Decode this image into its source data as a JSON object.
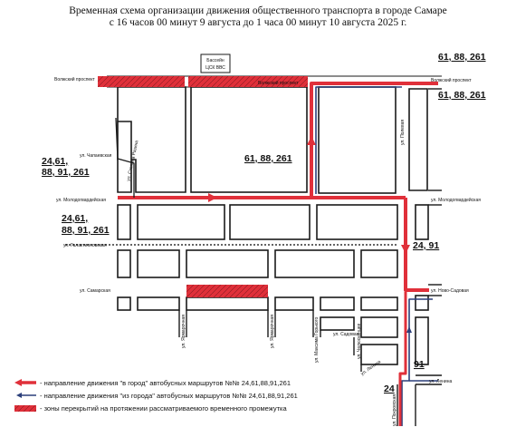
{
  "title": {
    "line1": "Временная схема организации движения общественного транспорта в городе Самаре",
    "line2": "с 16 часов 00 минут 9 августа  до 1 часа 00 минут 10 августа 2025 г."
  },
  "landmark": {
    "line1": "Бассейн",
    "line2": "ЦСК ВВС"
  },
  "streets": {
    "volzhsky_left": "Волжский проспект",
    "volzhsky_mid": "Волжский проспект",
    "volzhsky_right": "Волжский проспект",
    "chapaevskaya": "ул. Чапаевская",
    "stepana_razina": "ул. Степана Разина",
    "molodogvardeyskaya_left": "ул. Молодогвардейская",
    "molodogvardeyskaya_right": "ул. Молодогвардейская",
    "galaktionovskaya": "ул. Галактионовская",
    "samarskaya": "ул. Самарская",
    "yarmarochnaya_1": "ул. Ярмарочная",
    "yarmarochnaya_2": "ул. Ярмарочная",
    "maksima_gorkogo": "ул. Максима Горького",
    "sadovaya": "ул. Садовая",
    "chelyuskintsev": "ул. Челюскинцев",
    "lenina_left": "ул. Ленина",
    "lenina_right": "ул. Ленина",
    "novo_sadovaya": "ул. Ново-Садовая",
    "pokrovskaya": "ул. Покровская",
    "polevaya": "ул. Полевая"
  },
  "routes": {
    "top_right_a": "61, 88, 261",
    "top_right_b": "61, 88, 261",
    "center": "61, 88, 261",
    "left_upper_1": "24,61,",
    "left_upper_2": "88, 91, 261",
    "left_lower_1": "24,61,",
    "left_lower_2": "88, 91, 261",
    "right_mid": "24, 91",
    "bottom_91": "91",
    "bottom_24": "24"
  },
  "legend": {
    "to_city": "- направление движения \"в город\" автобусных маршрутов №№ 24,61,88,91,261",
    "from_city": "- направление движения \"из города\" автобусных маршрутов №№ 24,61,88,91,261",
    "closure": "- зоны перекрытий на протяжении рассматриваемого временного промежутка"
  },
  "colors": {
    "closure": "#e0303a",
    "route_red": "#e0303a",
    "route_blue": "#2b3f7a"
  }
}
